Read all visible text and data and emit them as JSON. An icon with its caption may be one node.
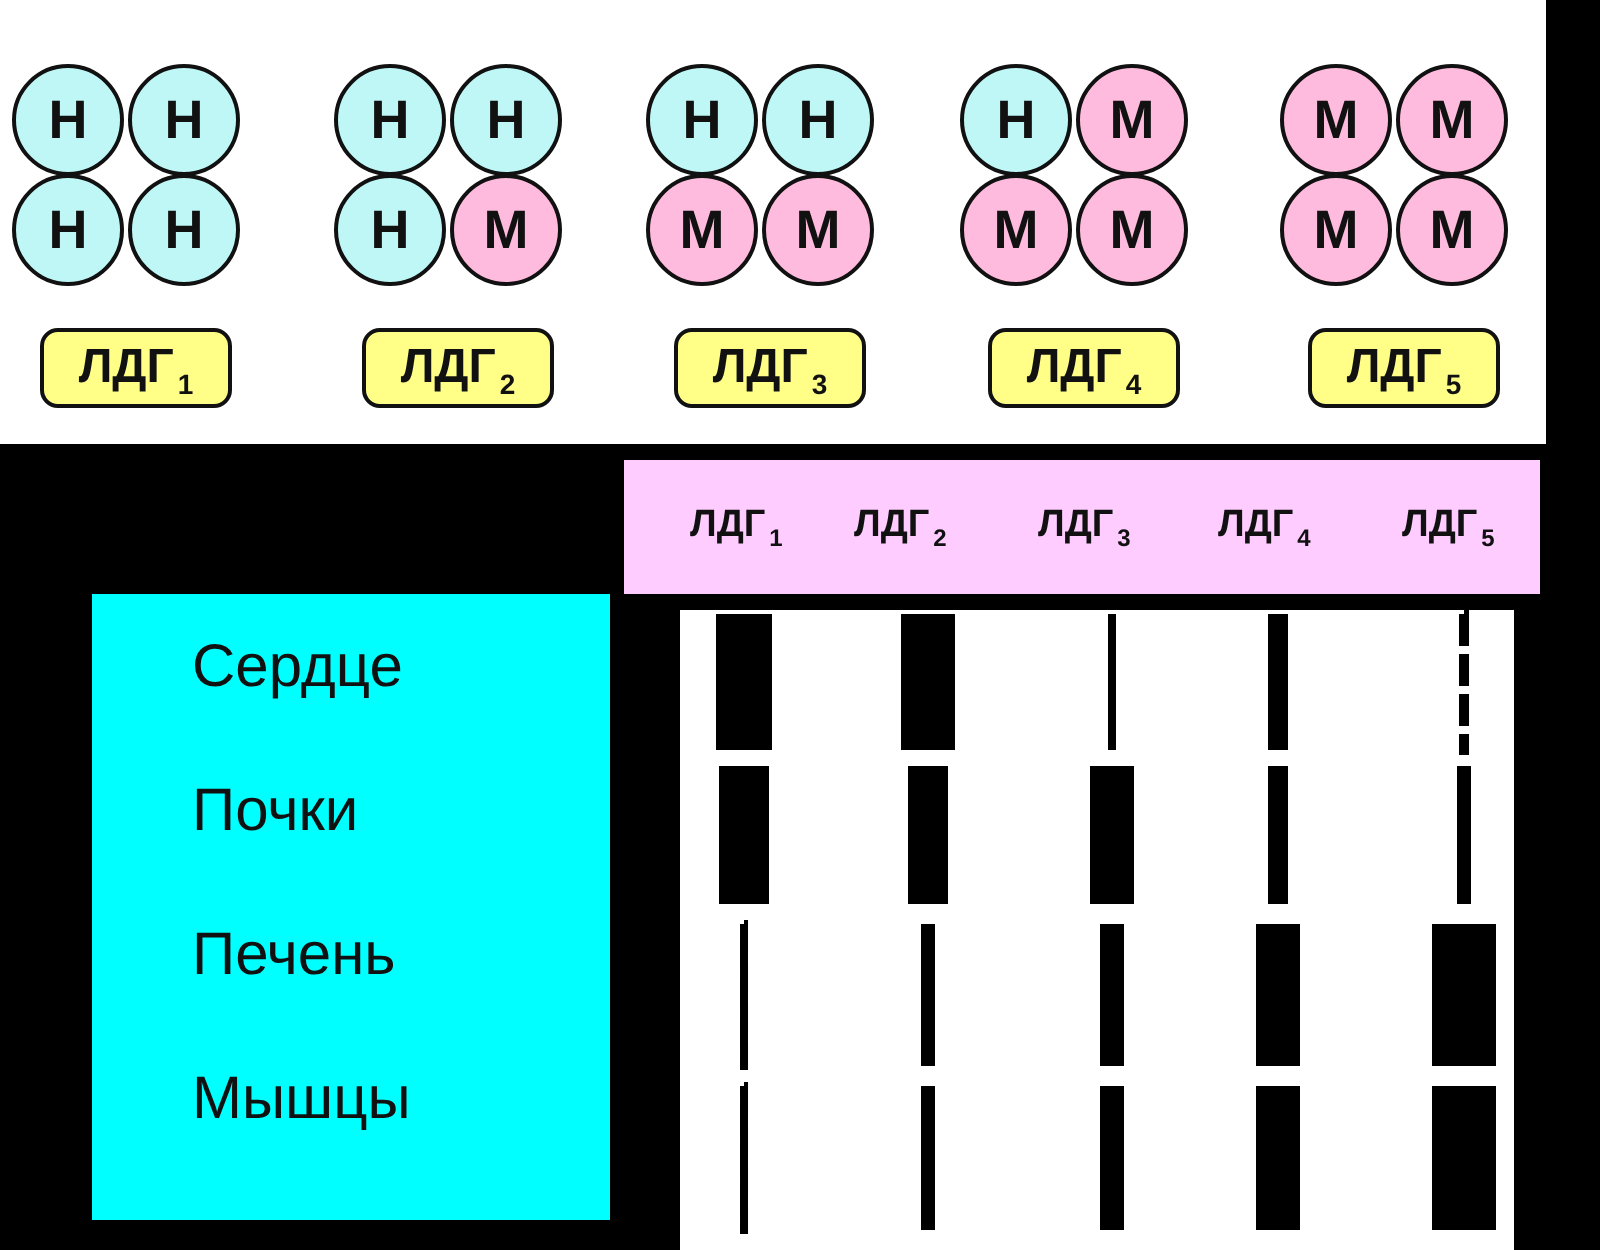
{
  "diagram": {
    "nodes": [
      {
        "text": [
          "Н"
        ]
      },
      {
        "text": [
          "Н"
        ]
      },
      {
        "text": [
          "Н"
        ]
      },
      {
        "text": [
          "Н"
        ]
      },
      {
        "text": [
          "Н"
        ]
      },
      {
        "text": [
          "Н"
        ]
      },
      {
        "text": [
          "Н"
        ]
      },
      {
        "text": [
          "М"
        ]
      },
      {
        "text": [
          "Н"
        ]
      },
      {
        "text": [
          "Н"
        ]
      },
      {
        "text": [
          "М"
        ]
      },
      {
        "text": [
          "М"
        ]
      },
      {
        "text": [
          "Н"
        ]
      },
      {
        "text": [
          "М"
        ]
      },
      {
        "text": [
          "М"
        ]
      },
      {
        "text": [
          "М"
        ]
      },
      {
        "text": [
          "М"
        ]
      },
      {
        "text": [
          "М"
        ]
      },
      {
        "text": [
          "М"
        ]
      },
      {
        "text": [
          "М"
        ]
      },
      {
        "text": [
          "ЛДГ$_{1}$"
        ]
      },
      {
        "text": [
          "ЛДГ$_{2}$"
        ]
      },
      {
        "text": [
          "ЛДГ$_{3}$"
        ]
      },
      {
        "text": [
          "ЛДГ$_{4}$"
        ]
      },
      {
        "text": [
          "ЛДГ$_{5}$"
        ]
      },
      {
        "text": [
          "ЛДГ$_{1}$",
          "ЛДГ$_{2}$",
          "ЛДГ$_{3}$",
          "ЛДГ$_{4}$",
          "ЛДГ$_{5}$"
        ]
      },
      {
        "text": [
          "Сердце",
          "Почки",
          "Печень",
          "Мышцы"
        ]
      }
    ]
  }
}
